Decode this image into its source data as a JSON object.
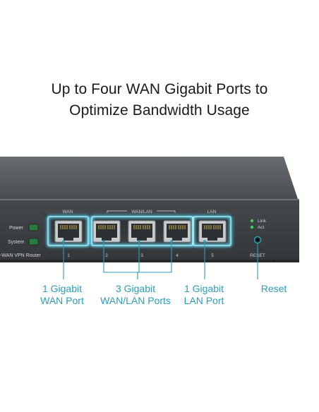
{
  "headline": {
    "line1": "Up to Four WAN Gigabit Ports to",
    "line2": "Optimize Bandwidth Usage"
  },
  "panel": {
    "led_labels": [
      "Power",
      "System"
    ],
    "model_text": "-WAN VPN Router",
    "group_labels": {
      "wan": "WAN",
      "wanlan": "WAN/LAN",
      "lan": "LAN"
    },
    "port_numbers": [
      "1",
      "2",
      "3",
      "4",
      "5"
    ],
    "status_labels": [
      "Link",
      "Act"
    ],
    "reset_label": "RESET"
  },
  "callouts": {
    "wan": {
      "line1": "1 Gigabit",
      "line2": "WAN Port"
    },
    "wanlan": {
      "line1": "3 Gigabit",
      "line2": "WAN/LAN Ports"
    },
    "lan": {
      "line1": "1 Gigabit",
      "line2": "LAN Port"
    },
    "reset": {
      "line1": "Reset"
    }
  },
  "colors": {
    "accent": "#2a9db9",
    "chassis_top": "#55585b",
    "front_panel": "#3b3e41",
    "led_green": "#3ecf5a",
    "headline_text": "#1a1a1a"
  }
}
